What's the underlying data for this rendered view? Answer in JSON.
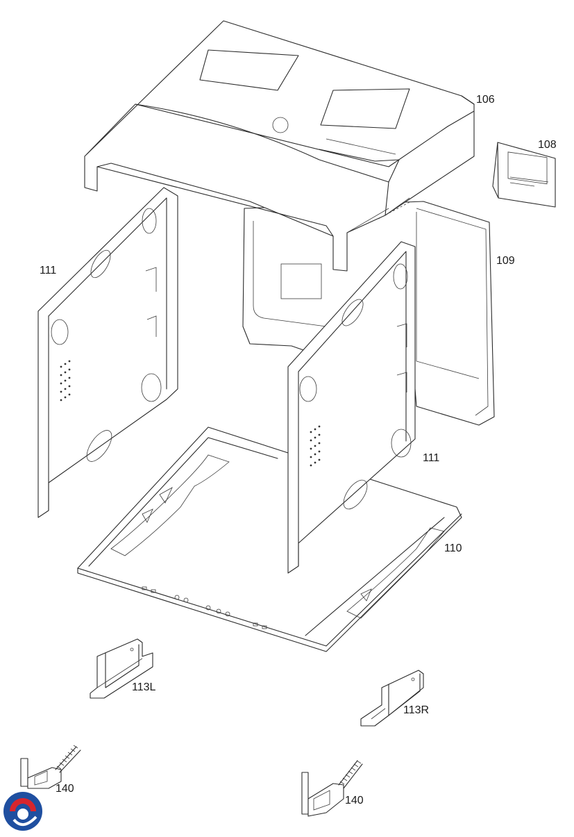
{
  "callouts": {
    "p106": "106",
    "p108": "108",
    "p109": "109",
    "p111_left": "111",
    "p111_right": "111",
    "p110": "110",
    "p113L": "113L",
    "p113R": "113R",
    "p140_left": "140",
    "p140_right": "140"
  },
  "logo": {
    "colors": [
      "#1f4fa0",
      "#d8262e"
    ]
  }
}
